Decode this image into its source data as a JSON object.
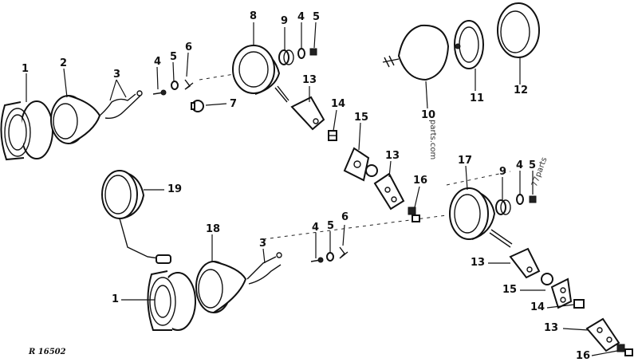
{
  "figure_ref": "R 16502",
  "watermarks": [
    "parts.com",
    "77parts"
  ],
  "callouts": [
    "1",
    "2",
    "3",
    "4",
    "5",
    "6",
    "7",
    "8",
    "9",
    "4",
    "5",
    "13",
    "14",
    "15",
    "13",
    "16",
    "10",
    "11",
    "12",
    "19",
    "18",
    "3",
    "4",
    "5",
    "6",
    "1",
    "17",
    "9",
    "4",
    "5",
    "13",
    "15",
    "14",
    "13",
    "16"
  ]
}
